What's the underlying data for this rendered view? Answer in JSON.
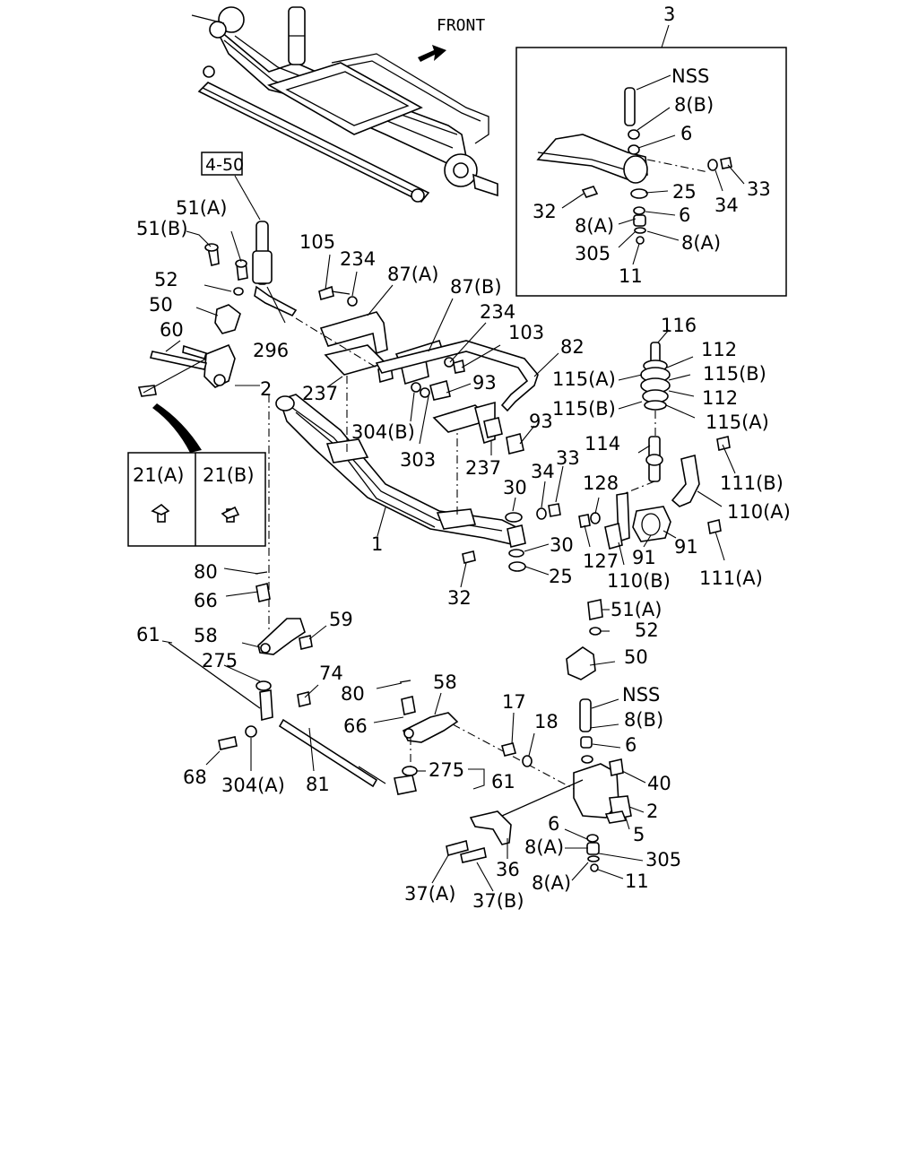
{
  "diagram": {
    "front_label": "FRONT",
    "ref_box_label": "4-50",
    "inset_number": "3",
    "fitting_box": {
      "left_label": "21(A)",
      "right_label": "21(B)"
    },
    "labels": {
      "nss_inset": "NSS",
      "l_8b_inset": "8(B)",
      "l_6_inset_a": "6",
      "l_33_inset": "33",
      "l_34_inset": "34",
      "l_25_inset": "25",
      "l_32_inset": "32",
      "l_8a_inset_l": "8(A)",
      "l_6_inset_b": "6",
      "l_8a_inset_r": "8(A)",
      "l_305_inset": "305",
      "l_11_inset": "11",
      "l_51a_top": "51(A)",
      "l_51b_top": "51(B)",
      "l_52_top": "52",
      "l_50_top": "50",
      "l_60": "60",
      "l_2_top": "2",
      "l_296": "296",
      "l_105": "105",
      "l_234_a": "234",
      "l_87a": "87(A)",
      "l_87b": "87(B)",
      "l_234_b": "234",
      "l_103": "103",
      "l_82": "82",
      "l_93_a": "93",
      "l_237_a": "237",
      "l_304b": "304(B)",
      "l_303": "303",
      "l_93_b": "93",
      "l_237_b": "237",
      "l_1": "1",
      "l_30_a": "30",
      "l_34_mid": "34",
      "l_33_mid": "33",
      "l_30_b": "30",
      "l_25_mid": "25",
      "l_32_mid": "32",
      "l_116": "116",
      "l_112_a": "112",
      "l_115a_a": "115(A)",
      "l_115b_a": "115(B)",
      "l_112_b": "112",
      "l_115b_b": "115(B)",
      "l_115a_b": "115(A)",
      "l_114": "114",
      "l_111b": "111(B)",
      "l_128": "128",
      "l_110a": "110(A)",
      "l_127": "127",
      "l_91_a": "91",
      "l_91_b": "91",
      "l_110b": "110(B)",
      "l_111a": "111(A)",
      "l_80_a": "80",
      "l_66_a": "66",
      "l_59": "59",
      "l_61_a": "61",
      "l_58_a": "58",
      "l_275_a": "275",
      "l_74": "74",
      "l_68": "68",
      "l_304a": "304(A)",
      "l_81": "81",
      "l_80_b": "80",
      "l_58_b": "58",
      "l_66_b": "66",
      "l_275_b": "275",
      "l_61_b": "61",
      "l_17": "17",
      "l_18": "18",
      "l_51a_bot": "51(A)",
      "l_52_bot": "52",
      "l_50_bot": "50",
      "nss_bot": "NSS",
      "l_8b_bot": "8(B)",
      "l_6_bot_a": "6",
      "l_40": "40",
      "l_2_bot": "2",
      "l_5": "5",
      "l_6_bot_b": "6",
      "l_8a_bot_a": "8(A)",
      "l_305_bot": "305",
      "l_8a_bot_b": "8(A)",
      "l_11_bot": "11",
      "l_36": "36",
      "l_37a": "37(A)",
      "l_37b": "37(B)"
    }
  }
}
